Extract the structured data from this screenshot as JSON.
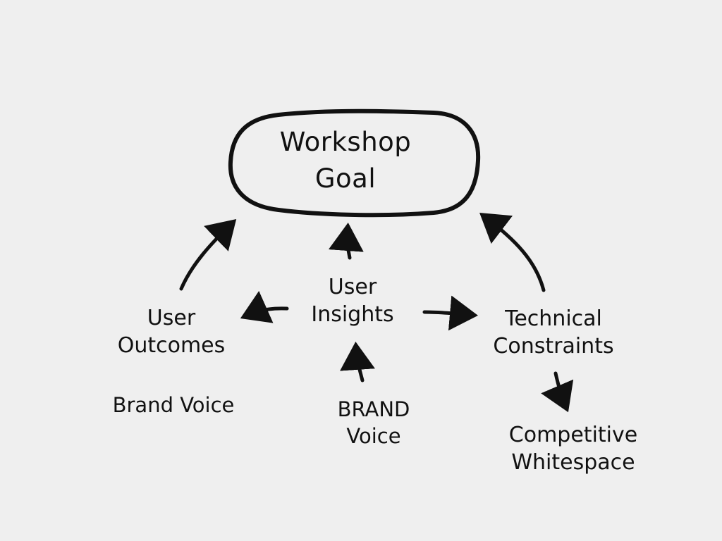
{
  "diagram": {
    "type": "hand-drawn concept map",
    "background": "#efefef",
    "stroke_color": "#111111",
    "goal": {
      "line1": "Workshop",
      "line2": "Goal",
      "shape": "rounded pill"
    },
    "nodes": {
      "user_insights": {
        "line1": "User",
        "line2": "Insights"
      },
      "user_outcomes": {
        "line1": "User",
        "line2": "Outcomes"
      },
      "technical_constraints": {
        "line1": "Technical",
        "line2": "Constraints"
      },
      "brand_voice_left": {
        "line1": "Brand Voice"
      },
      "brand_voice_center": {
        "line1": "BRAND",
        "line2": "Voice"
      },
      "competitive_whitespace": {
        "line1": "Competitive",
        "line2": "Whitespace"
      }
    },
    "edges": [
      {
        "from": "User Outcomes",
        "to": "Workshop Goal"
      },
      {
        "from": "User Insights",
        "to": "Workshop Goal"
      },
      {
        "from": "Technical Constraints",
        "to": "Workshop Goal"
      },
      {
        "from": "User Insights",
        "to": "User Outcomes"
      },
      {
        "from": "User Insights",
        "to": "Technical Constraints"
      },
      {
        "from": "BRAND Voice",
        "to": "User Insights"
      },
      {
        "from": "Technical Constraints",
        "to": "Competitive Whitespace"
      }
    ]
  }
}
